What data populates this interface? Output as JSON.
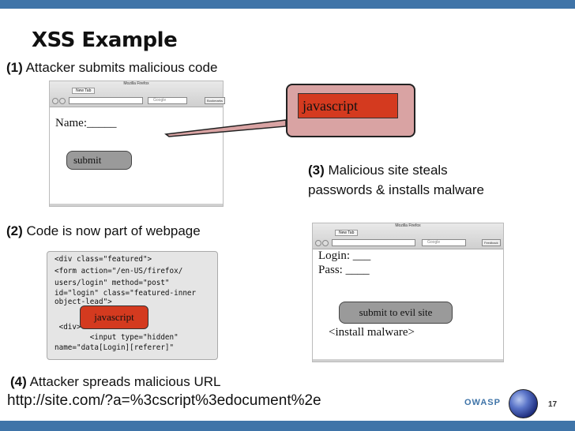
{
  "slide": {
    "title": "XSS Example",
    "step1": {
      "num": "(1)",
      "text": "Attacker submits malicious code"
    },
    "step2": {
      "num": "(2)",
      "text": "Code is now part of webpage"
    },
    "step3": {
      "num": "(3)",
      "line1": "Malicious site steals",
      "line2": "passwords & installs malware"
    },
    "step4": {
      "num": "(4)",
      "text": "Attacker spreads malicious URL"
    },
    "url": "http://site.com/?a=%3cscript%3edocument%2e",
    "footer": {
      "brand": "OWASP",
      "page": "17"
    }
  },
  "callout": {
    "text": "javascript"
  },
  "browser1": {
    "window_title": "Mozilla Firefox",
    "tab": "New Tab",
    "search_placeholder": "Google",
    "toolbar_btn": "Bookmarks",
    "name_label": "Name:_____",
    "submit_label": "submit"
  },
  "code": {
    "lines": [
      "<div class=\"featured\">",
      "<form action=\"/en-US/firefox/",
      "users/login\" method=\"post\"",
      "id=\"login\" class=\"featured-inner",
      "object-lead\">",
      " <div>",
      "        <input type=\"hidden\"",
      "name=\"data[Login][referer]\""
    ],
    "injected": "javascript"
  },
  "browser2": {
    "window_title": "Mozilla Firefox",
    "tab": "New Tab",
    "search_placeholder": "Google",
    "toolbar_btn": "Feedback",
    "login_label": "Login: ___",
    "pass_label": "Pass: ____",
    "submit_label": "submit to evil site",
    "install_label": "<install malware>"
  }
}
